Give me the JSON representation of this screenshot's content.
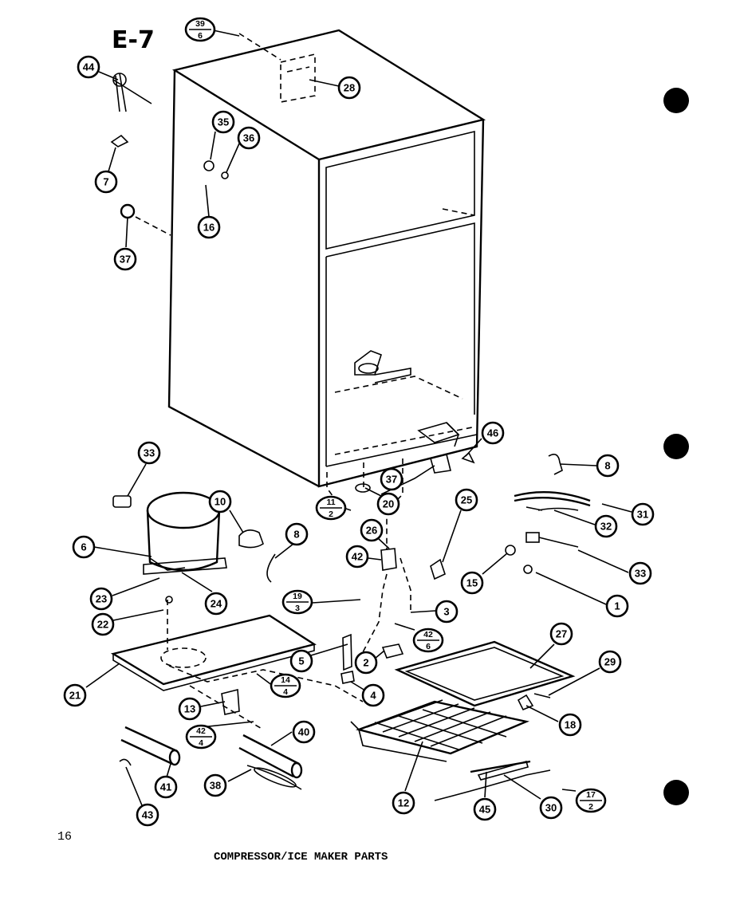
{
  "sheet_label": "E-7",
  "page_number": "16",
  "caption": "COMPRESSOR/ICE MAKER PARTS",
  "callouts": [
    "44",
    "7",
    "35",
    "36",
    "16",
    "37",
    "28",
    "46",
    "8",
    "31",
    "32",
    "33",
    "1",
    "15",
    "3",
    "25",
    "26",
    "42",
    "20",
    "37",
    "6",
    "10",
    "8",
    "33",
    "23",
    "24",
    "22",
    "21",
    "5",
    "2",
    "4",
    "13",
    "40",
    "38",
    "41",
    "43",
    "12",
    "18",
    "27",
    "29",
    "45",
    "30"
  ],
  "fractions": [
    {
      "top": "39",
      "bottom": "6"
    },
    {
      "top": "11",
      "bottom": "2"
    },
    {
      "top": "19",
      "bottom": "3"
    },
    {
      "top": "42",
      "bottom": "6"
    },
    {
      "top": "14",
      "bottom": "4"
    },
    {
      "top": "42",
      "bottom": "4"
    },
    {
      "top": "17",
      "bottom": "2"
    }
  ]
}
